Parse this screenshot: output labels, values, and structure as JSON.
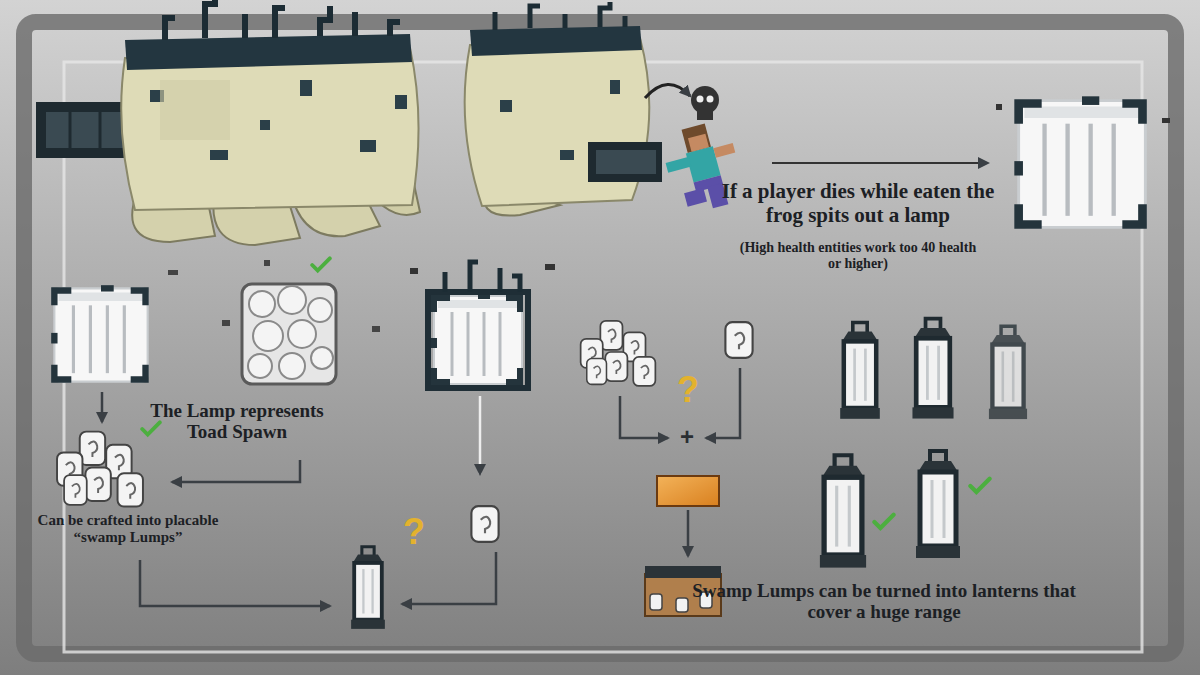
{
  "diagram": {
    "labels": [
      "If a player dies while eaten the frog spits out a lamp",
      "(High health entities work too 40 health or higher)",
      "The Lamp represents Toad Spawn",
      "?",
      "+",
      "Can be crafted into placable “swamp Lumps”",
      "?",
      "Swamp Lumps can be turned into lanterns that cover a huge range"
    ]
  }
}
